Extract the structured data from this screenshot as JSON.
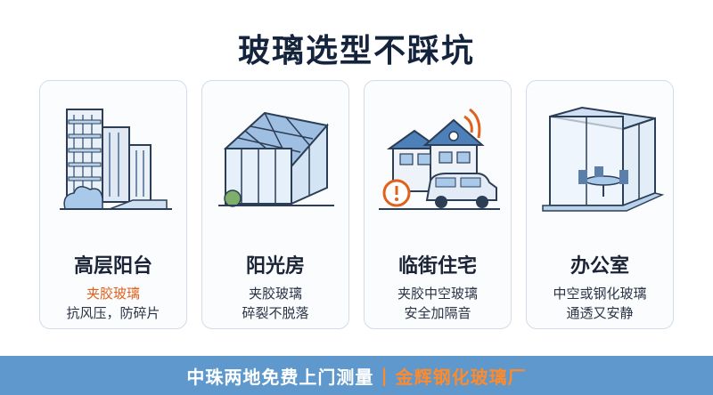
{
  "title": "玻璃选型不踩坑",
  "cards": [
    {
      "name": "高层阳台",
      "line1": "夹胶玻璃",
      "line2": "抗风压，防碎片",
      "icon": "high-rise-building-icon"
    },
    {
      "name": "阳光房",
      "line1": "夹胶玻璃",
      "line2": "碎裂不脱落",
      "icon": "sunroom-icon"
    },
    {
      "name": "临街住宅",
      "line1": "夹胶中空玻璃",
      "line2": "安全加隔音",
      "icon": "street-house-noise-icon"
    },
    {
      "name": "办公室",
      "line1": "中空或钢化玻璃",
      "line2": "通透又安静",
      "icon": "glass-office-icon"
    }
  ],
  "footer": {
    "text": "中珠两地免费上门测量",
    "separator": "|",
    "brand": "金辉钢化玻璃厂"
  },
  "colors": {
    "accent": "#e0601c",
    "footer_bg": "#5f98cc",
    "brand": "#ff8a2a",
    "title": "#14243d"
  }
}
